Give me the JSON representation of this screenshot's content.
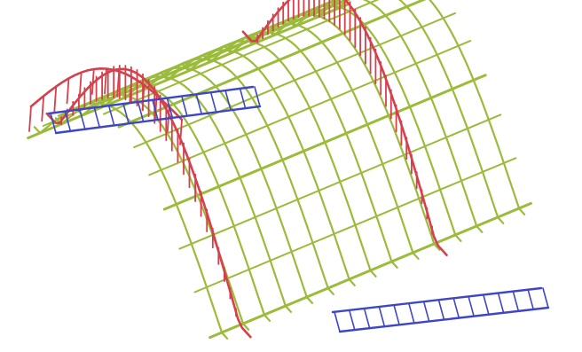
{
  "figure": {
    "background": "#ffffff",
    "colors": {
      "green": "#9bbb3a",
      "red": "#d6404c",
      "blue": "#3f46c6"
    },
    "components": [
      {
        "name": "green-grid",
        "color": "green"
      },
      {
        "name": "red-ribs",
        "color": "red"
      },
      {
        "name": "blue-beams",
        "color": "blue"
      }
    ]
  }
}
